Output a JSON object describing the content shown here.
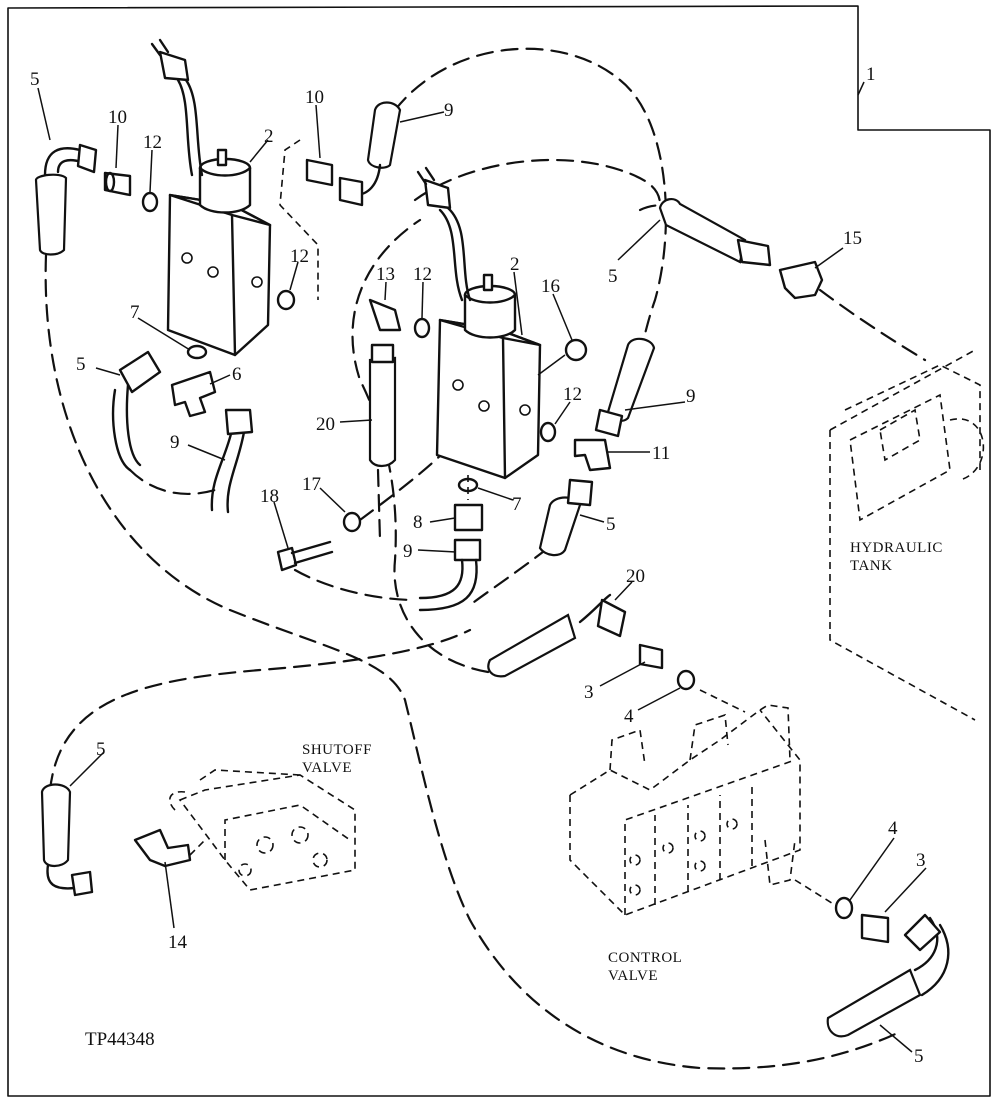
{
  "figure_code": "TP44348",
  "captions": {
    "hydraulic_tank_1": "HYDRAULIC",
    "hydraulic_tank_2": "TANK",
    "shutoff_valve_1": "SHUTOFF",
    "shutoff_valve_2": "VALVE",
    "control_valve_1": "CONTROL",
    "control_valve_2": "VALVE"
  },
  "callouts": {
    "c1": "1",
    "c2a": "2",
    "c2b": "2",
    "c3a": "3",
    "c3b": "3",
    "c4a": "4",
    "c4b": "4",
    "c5a": "5",
    "c5b": "5",
    "c5c": "5",
    "c5d": "5",
    "c5e": "5",
    "c5f": "5",
    "c6": "6",
    "c7a": "7",
    "c7b": "7",
    "c8": "8",
    "c9a": "9",
    "c9b": "9",
    "c9c": "9",
    "c9d": "9",
    "c10a": "10",
    "c10b": "10",
    "c11": "11",
    "c12a": "12",
    "c12b": "12",
    "c12c": "12",
    "c12d": "12",
    "c13": "13",
    "c14": "14",
    "c15": "15",
    "c16": "16",
    "c17": "17",
    "c18": "18",
    "c20a": "20",
    "c20b": "20"
  }
}
